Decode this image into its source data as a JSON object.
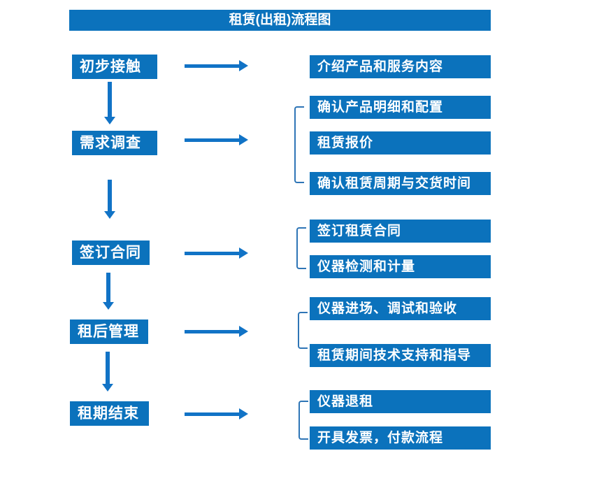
{
  "title": "租赁(出租)流程图",
  "colors": {
    "accent": "#0b72bc",
    "arrow": "#1173c6",
    "bracket": "#2e75b6",
    "text-on-accent": "#ffffff",
    "background": "#ffffff"
  },
  "steps": [
    {
      "label": "初步接触",
      "outputs": [
        "介绍产品和服务内容"
      ]
    },
    {
      "label": "需求调查",
      "outputs": [
        "确认产品明细和配置",
        "租赁报价",
        "确认租赁周期与交货时间"
      ]
    },
    {
      "label": "签订合同",
      "outputs": [
        "签订租赁合同",
        "仪器检测和计量"
      ]
    },
    {
      "label": "租后管理",
      "outputs": [
        "仪器进场、调试和验收",
        "租赁期间技术支持和指导"
      ]
    },
    {
      "label": "租期结束",
      "outputs": [
        "仪器退租",
        "开具发票，付款流程"
      ]
    }
  ]
}
